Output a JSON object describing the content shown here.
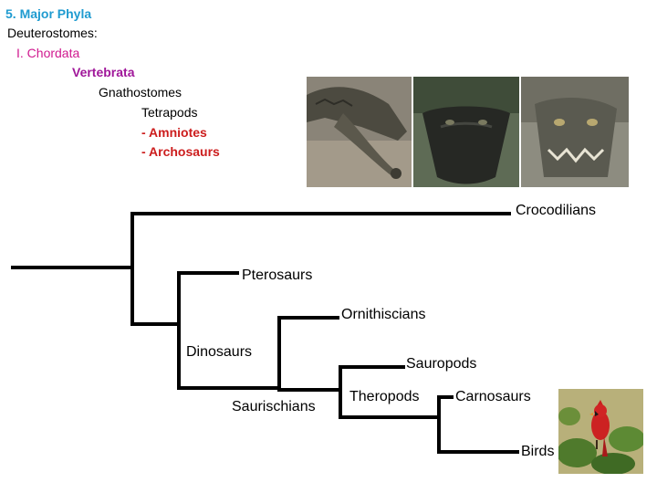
{
  "heading": {
    "title": "5. Major Phyla",
    "line1": "Deuterostomes:",
    "line2": "I. Chordata",
    "line3": "Vertebrata",
    "line4": "Gnathostomes",
    "line5": "Tetrapods",
    "line6": "- Amniotes",
    "line7": "- Archosaurs"
  },
  "colors": {
    "title": "#1f9bd0",
    "chordata": "#d0198f",
    "vertebrata": "#a0179a",
    "amniotes": "#cc1d1d",
    "text": "#000000"
  },
  "tree": {
    "crocodilians": "Crocodilians",
    "pterosaurs": "Pterosaurs",
    "ornithiscians": "Ornithiscians",
    "dinosaurs": "Dinosaurs",
    "sauropods": "Sauropods",
    "saurischians": "Saurischians",
    "theropods": "Theropods",
    "carnosaurs": "Carnosaurs",
    "birds": "Birds"
  },
  "images": [
    {
      "name": "gharial-photo",
      "icon": "crocodilian-photo"
    },
    {
      "name": "alligator-photo",
      "icon": "crocodilian-photo"
    },
    {
      "name": "crocodile-photo",
      "icon": "crocodilian-photo"
    },
    {
      "name": "cardinal-bird-photo",
      "icon": "bird-photo"
    }
  ]
}
